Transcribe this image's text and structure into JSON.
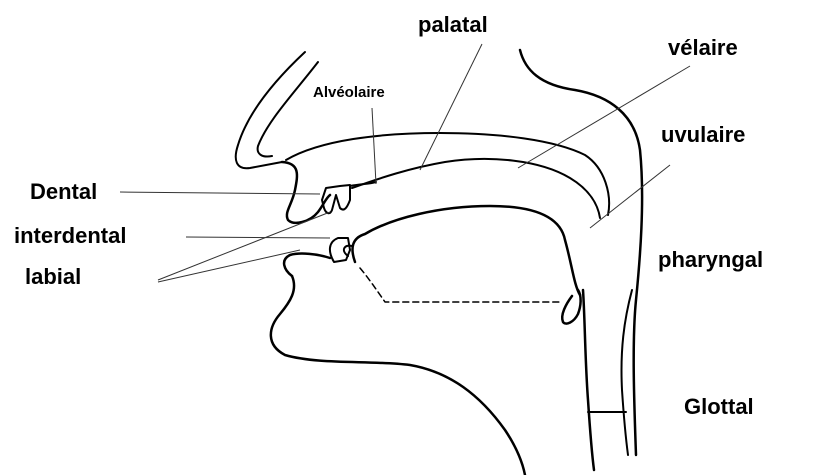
{
  "labels": {
    "palatal": "palatal",
    "velaire": "vélaire",
    "alveolaire": "Alvéolaire",
    "uvulaire": "uvulaire",
    "dental": "Dental",
    "interdental": "interdental",
    "labial": "labial",
    "pharyngal": "pharyngal",
    "glottal": "Glottal"
  }
}
